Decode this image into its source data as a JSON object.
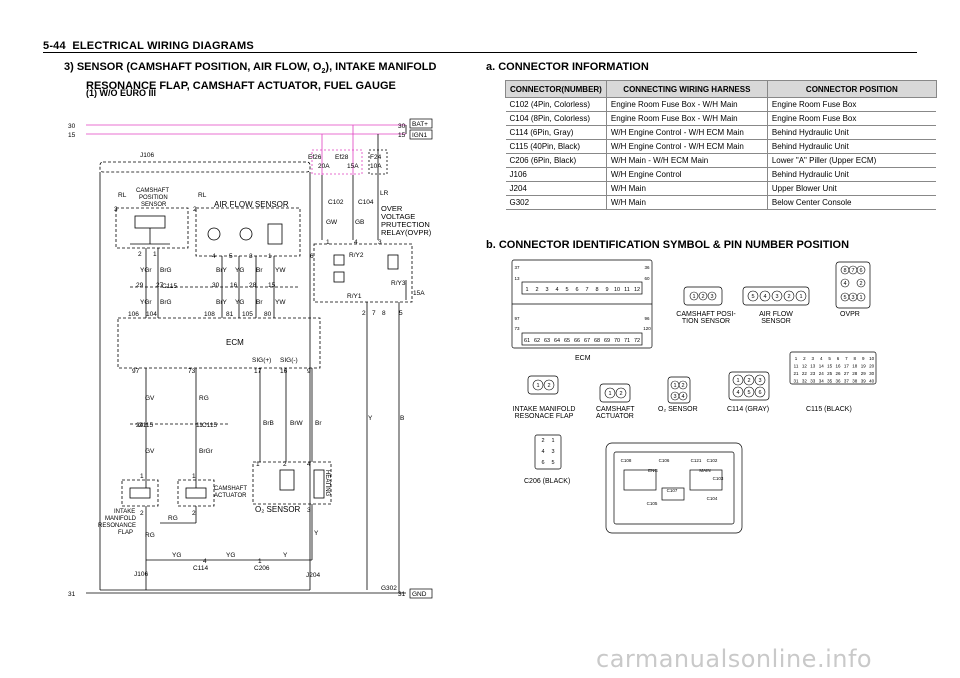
{
  "header": {
    "page_ref": "5-44",
    "title": "ELECTRICAL WIRING DIAGRAMS"
  },
  "section": {
    "title_line1": "3)  SENSOR (CAMSHAFT POSITION, AIR FLOW, O",
    "o2_sub": "2",
    "title_line1_end": "), INTAKE MANIFOLD",
    "title_line2": "RESONANCE FLAP, CAMSHAFT ACTUATOR, FUEL GAUGE",
    "subtitle": "(1)  W/O EURO III"
  },
  "schematic": {
    "power": {
      "rail30_left": "30",
      "rail15_left": "15",
      "rail30_right": "30",
      "rail15_right": "15",
      "bat": "BAT+",
      "ign": "IGN1",
      "rail31_left": "31",
      "rail31_right": "31",
      "gnd": "GND",
      "g302": "G302"
    },
    "fuses": [
      {
        "name": "Ef26",
        "rating": "20A"
      },
      {
        "name": "Ef28",
        "rating": "15A"
      },
      {
        "name": "F24",
        "rating": "10A"
      }
    ],
    "components": {
      "j106_top": "J106",
      "cam_sensor": [
        "CAMSHAFT",
        "POSITION",
        "SENSOR"
      ],
      "air_flow": "AIR FLOW SENSOR",
      "ovpr": [
        "OVER",
        "VOLTAGE",
        "PRUTECTION",
        "RELAY(OVPR)"
      ],
      "ecm": "ECM",
      "sig_plus": "SIG(+)",
      "sig_minus": "SIG(-)",
      "intake": [
        "INTAKE",
        "MANIFOLD",
        "RESONANCE",
        "FLAP"
      ],
      "cam_act": [
        "CAMSHAFT",
        "ACTUATOR"
      ],
      "o2": "O₂ SENSOR",
      "heating": "HEATING",
      "j106_bot": "J106",
      "c114": "C114",
      "c206": "C206",
      "j204": "J204",
      "c102": "C102",
      "c104": "C104",
      "c115": "C115",
      "fuse15a": "15A",
      "ry2": "R/Y2",
      "ry1": "R/Y1",
      "ry3": "R/Y3"
    },
    "wires": {
      "rl": "RL",
      "ygr": "YGr",
      "brg": "BrG",
      "bry": "BrY",
      "yg": "YG",
      "br": "Br",
      "yw": "YW",
      "gv": "GV",
      "rg": "RG",
      "brgr": "BrGr",
      "brb": "BrB",
      "brw": "BrW",
      "y": "Y",
      "b": "B",
      "gw": "GW",
      "gb": "GB",
      "lr": "LR"
    },
    "pins": {
      "cam_3": "3",
      "cam_2": "2",
      "cam_1": "1",
      "af_2": "2",
      "af_4": "4",
      "af_5": "5",
      "af_3": "3",
      "af_1": "1",
      "c115_29": "29",
      "c115_27": "27",
      "c115_30": "30",
      "c115_16": "16",
      "c115_28": "28",
      "c115_15": "15",
      "e106": "106",
      "e104": "104",
      "e108": "108",
      "e81": "81",
      "e105": "105",
      "e80": "80",
      "e97": "97",
      "e73": "73",
      "e17": "17",
      "e16": "16",
      "e9": "9",
      "c24": "24",
      "c11": "11",
      "i1": "1",
      "i2": "2",
      "a1": "1",
      "a2": "2",
      "o1": "1",
      "o2": "2",
      "o4": "4",
      "o3": "3",
      "ov6": "6",
      "ov1": "1",
      "ov4": "4",
      "ov3": "3",
      "ov2": "2",
      "ov7": "7",
      "ov8": "8",
      "ov5": "5",
      "c114_4": "4",
      "c206_1": "1"
    }
  },
  "connector_info": {
    "title": "a.  CONNECTOR  INFORMATION",
    "headers": [
      "CONNECTOR(NUMBER)",
      "CONNECTING WIRING HARNESS",
      "CONNECTOR POSITION"
    ],
    "rows": [
      [
        "C102 (4Pin, Colorless)",
        "Engine Room Fuse Box - W/H Main",
        "Engine Room Fuse Box"
      ],
      [
        "C104 (8Pin, Colorless)",
        "Engine Room Fuse Box - W/H Main",
        "Engine Room Fuse Box"
      ],
      [
        "C114 (6Pin, Gray)",
        "W/H Engine Control - W/H ECM Main",
        "Behind Hydraulic Unit"
      ],
      [
        "C115 (40Pin, Black)",
        "W/H Engine Control - W/H ECM Main",
        "Behind Hydraulic Unit"
      ],
      [
        "C206 (6Pin, Black)",
        "W/H Main - W/H ECM Main",
        "Lower \"A\" Piller (Upper ECM)"
      ],
      [
        "J106",
        "W/H Engine Control",
        "Behind Hydraulic Unit"
      ],
      [
        "J204",
        "W/H Main",
        "Upper Blower Unit"
      ],
      [
        "G302",
        "W/H Main",
        "Below Center Console"
      ]
    ]
  },
  "connector_ident": {
    "title": "b.  CONNECTOR  IDENTIFICATION  SYMBOL  &  PIN  NUMBER  POSITION",
    "ecm_label": "ECM",
    "ecm_row1": [
      "1",
      "2",
      "3",
      "4",
      "5",
      "6",
      "7",
      "8",
      "9",
      "10",
      "11",
      "12"
    ],
    "ecm_row2": [
      "61",
      "62",
      "63",
      "64",
      "65",
      "66",
      "67",
      "68",
      "69",
      "70",
      "71",
      "72"
    ],
    "ecm_side": [
      "37",
      "13",
      "36",
      "60",
      "97",
      "73",
      "96",
      "120"
    ],
    "cam_pos_label": [
      "CAMSHAFT POSI-",
      "TION SENSOR"
    ],
    "cam_pos_pins": [
      "1",
      "2",
      "3"
    ],
    "air_flow_label": [
      "AIR FLOW",
      "SENSOR"
    ],
    "air_flow_pins": [
      "5",
      "4",
      "3",
      "2",
      "1"
    ],
    "ovpr_label": "OVPR",
    "ovpr_pins": [
      "8",
      "7",
      "6",
      "4",
      "2",
      "5",
      "3",
      "1"
    ],
    "intake_label": [
      "INTAKE MANIFOLD",
      "RESONACE FLAP"
    ],
    "intake_pins": [
      "1",
      "2"
    ],
    "cam_act_label": [
      "CAMSHAFT",
      "ACTUATOR"
    ],
    "cam_act_pins": [
      "1",
      "2"
    ],
    "o2_label": "O₂ SENSOR",
    "o2_pins": [
      "1",
      "2",
      "3",
      "4"
    ],
    "c114_label": "C114  (GRAY)",
    "c114_pins": [
      "1",
      "2",
      "3",
      "4",
      "5",
      "6"
    ],
    "c115_label": "C115  (BLACK)",
    "c206_label": "C206  (BLACK)",
    "c206_pins": [
      "2",
      "1",
      "4",
      "3",
      "6",
      "5"
    ],
    "fusebox_labels": [
      "C108",
      "C106",
      "C121",
      "C102",
      "ENG",
      "MAIN",
      "C107",
      "C103",
      "C105",
      "C104"
    ]
  },
  "watermark": "carmanualsonline.info"
}
